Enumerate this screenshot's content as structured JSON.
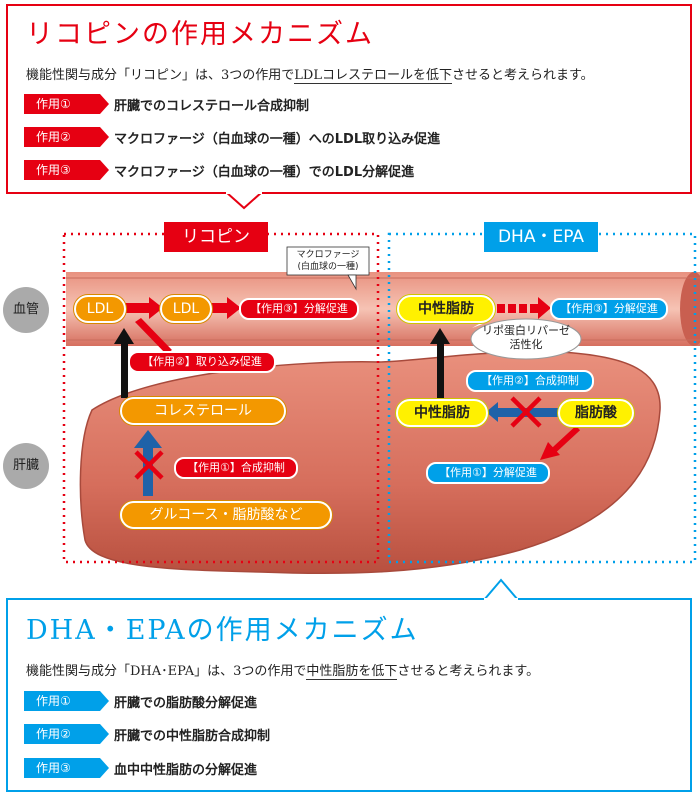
{
  "lycopene_box": {
    "title": "リコピンの作用メカニズム",
    "desc_pre": "機能性関与成分「リコピン」は、3つの作用で",
    "desc_underline": "LDLコレステロールを低下",
    "desc_post": "させると考えられます。",
    "items": [
      {
        "tag": "作用①",
        "text": "肝臓でのコレステロール合成抑制"
      },
      {
        "tag": "作用②",
        "text": "マクロファージ（白血球の一種）へのLDL取り込み促進"
      },
      {
        "tag": "作用③",
        "text": "マクロファージ（白血球の一種）でのLDL分解促進"
      }
    ]
  },
  "dha_box": {
    "title": "DHA・EPAの作用メカニズム",
    "desc_pre": "機能性関与成分「DHA･EPA」は、3つの作用で",
    "desc_underline": "中性脂肪を低下",
    "desc_post": "させると考えられます。",
    "items": [
      {
        "tag": "作用①",
        "text": "肝臓での脂肪酸分解促進"
      },
      {
        "tag": "作用②",
        "text": "肝臓での中性脂肪合成抑制"
      },
      {
        "tag": "作用③",
        "text": "血中中性脂肪の分解促進"
      }
    ]
  },
  "diagram": {
    "side_vessel": "血管",
    "side_liver": "肝臓",
    "lycopene_header": "リコピン",
    "dha_header": "DHA・EPA",
    "macrophage_note_1": "マクロファージ",
    "macrophage_note_2": "(白血球の一種)",
    "ldl_1": "LDL",
    "ldl_2": "LDL",
    "ly_action3": "【作用③】分解促進",
    "ly_action2": "【作用②】取り込み促進",
    "ly_cholesterol": "コレステロール",
    "ly_action1": "【作用①】合成抑制",
    "ly_glucose": "グルコース・脂肪酸など",
    "dha_tg_blood": "中性脂肪",
    "dha_action3": "【作用③】分解促進",
    "lipase_1": "リポ蛋白リパーゼ",
    "lipase_2": "活性化",
    "dha_action2": "【作用②】合成抑制",
    "dha_tg_liver": "中性脂肪",
    "dha_fatty_acid": "脂肪酸",
    "dha_action1": "【作用①】分解促進"
  },
  "colors": {
    "red": "#e60012",
    "blue": "#00a0e9",
    "orange": "#f39800",
    "yellow": "#fff100",
    "liver": "#d9705f",
    "vessel": "#e8857a"
  }
}
